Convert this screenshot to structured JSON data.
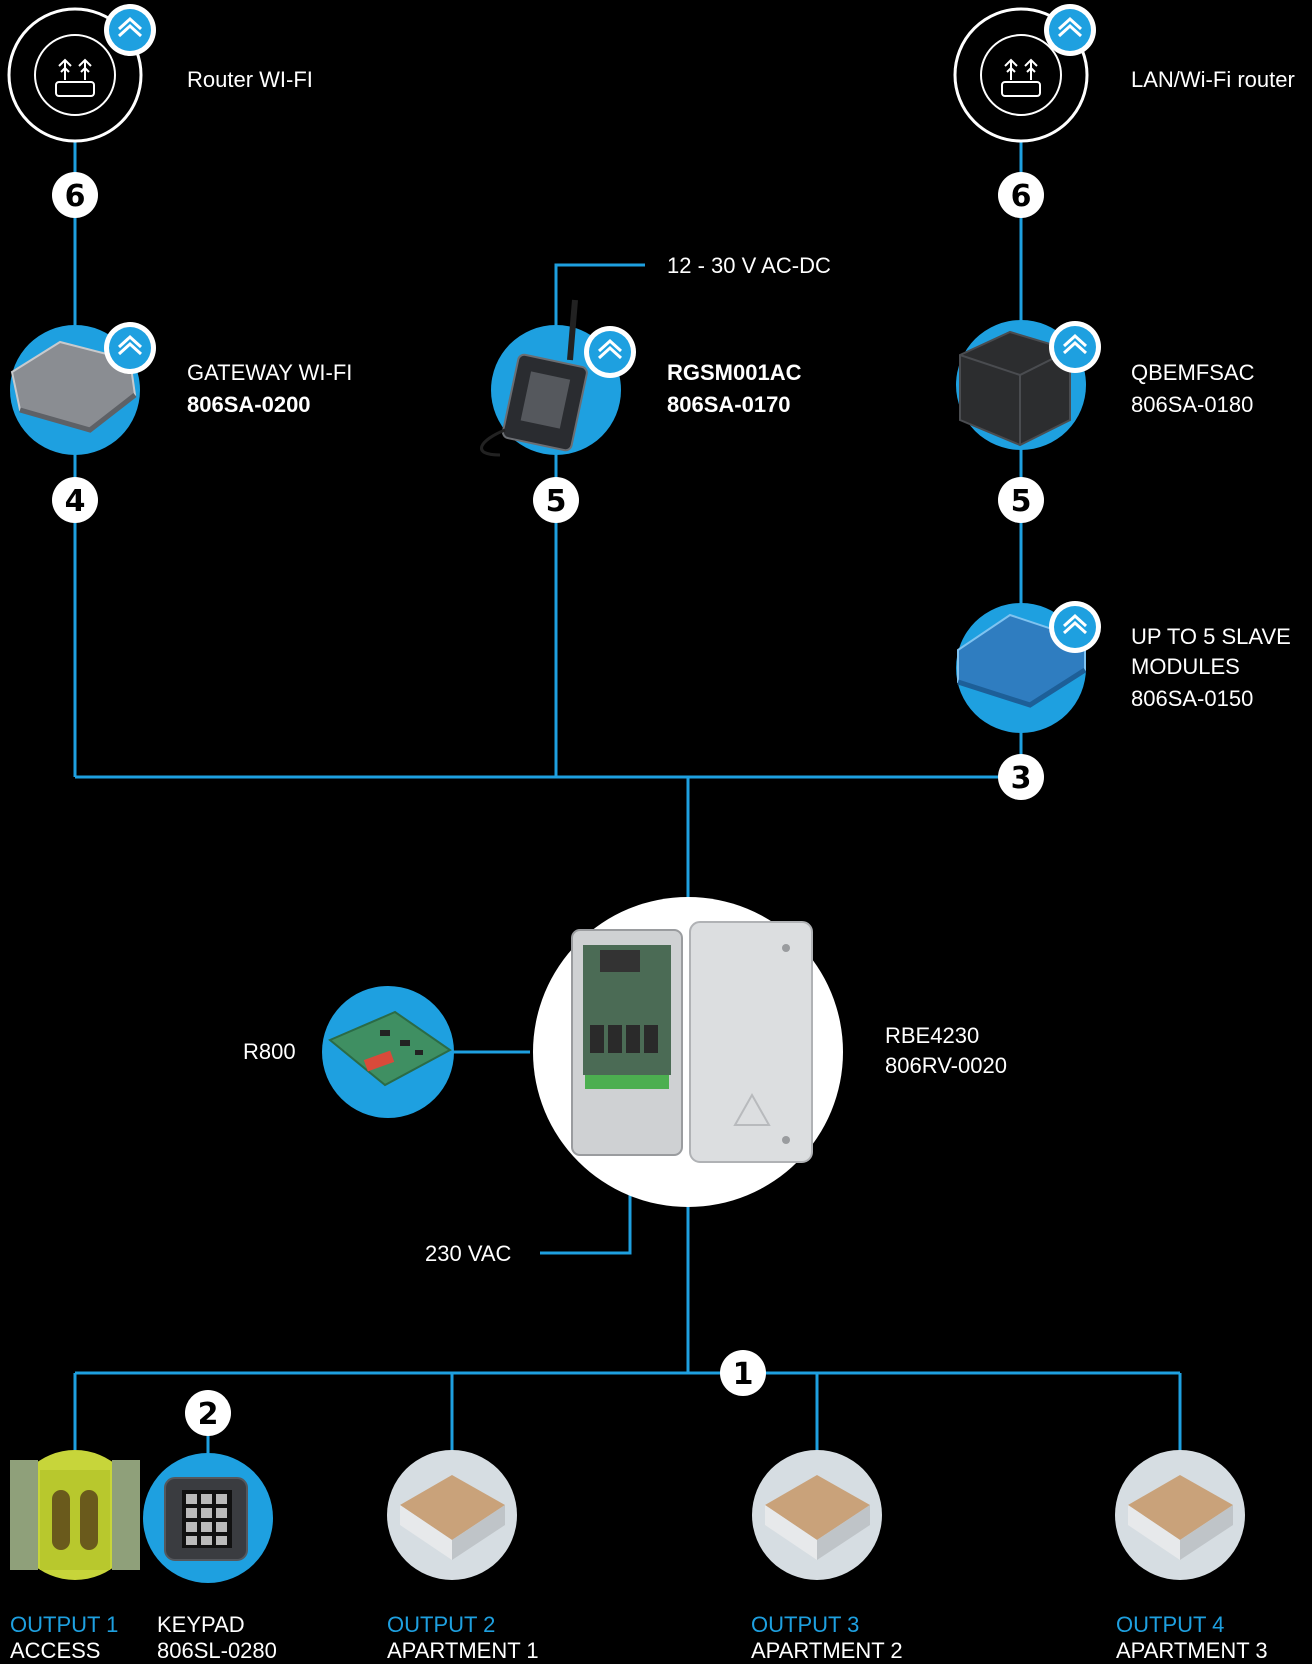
{
  "router_left": {
    "label": "Router WI-FI"
  },
  "router_right": {
    "label": "LAN/Wi-Fi router"
  },
  "gateway": {
    "line1": "GATEWAY WI-FI",
    "line2": "806SA-0200"
  },
  "rgsm": {
    "line1": "RGSM001AC",
    "line2": "806SA-0170",
    "power": "12 - 30 V AC-DC"
  },
  "qbe": {
    "line1": "QBEMFSAC",
    "line2": "806SA-0180"
  },
  "slave": {
    "line1": "UP TO 5 SLAVE",
    "line2": "MODULES",
    "line3": "806SA-0150"
  },
  "receiver": {
    "line1": "RBE4230",
    "line2": "806RV-0020",
    "power": "230 VAC"
  },
  "r800": {
    "label": "R800"
  },
  "badges": {
    "n1": "1",
    "n2": "2",
    "n3": "3",
    "n4": "4",
    "n5": "5",
    "n6": "6"
  },
  "outputs": [
    {
      "title": "OUTPUT 1",
      "name": "ACCESS"
    },
    {
      "title": "OUTPUT 2",
      "name": "APARTMENT 1"
    },
    {
      "title": "OUTPUT 3",
      "name": "APARTMENT 2"
    },
    {
      "title": "OUTPUT 4",
      "name": "APARTMENT 3"
    }
  ],
  "keypad": {
    "line1": "KEYPAD",
    "line2": "806SL-0280"
  },
  "colors": {
    "accent": "#1ea0e0",
    "line": "#1ea0e0",
    "background": "#000000"
  }
}
